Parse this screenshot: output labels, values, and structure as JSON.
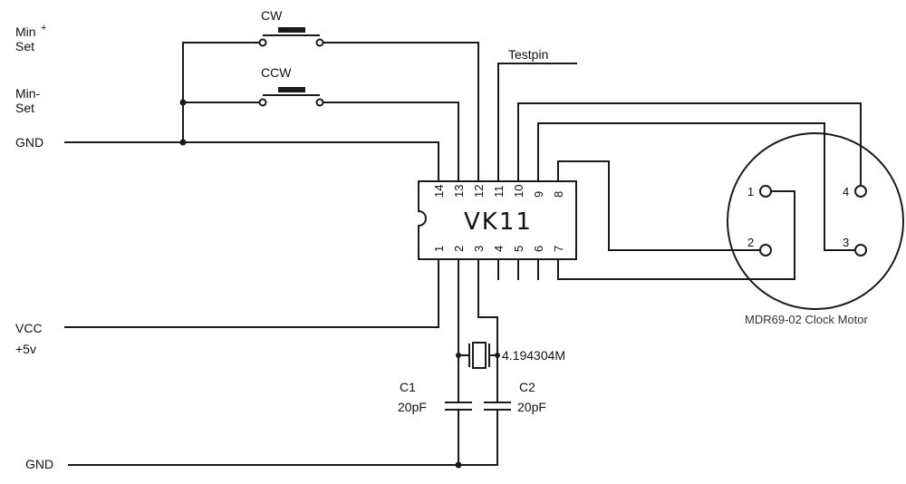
{
  "labels": {
    "min_plus_line1": "Min",
    "min_plus_sup": "+",
    "min_plus_line2": "Set",
    "min_minus_line1": "Min-",
    "min_minus_line2": "Set",
    "gnd_top": "GND",
    "vcc": "VCC",
    "plus5v": "+5v",
    "gnd_bottom": "GND"
  },
  "switches": {
    "cw": "CW",
    "ccw": "CCW"
  },
  "testpin": "Testpin",
  "chip": {
    "name": "VK11",
    "top_pins": [
      "14",
      "13",
      "12",
      "11",
      "10",
      "9",
      "8"
    ],
    "bottom_pins": [
      "1",
      "2",
      "3",
      "4",
      "5",
      "6",
      "7"
    ]
  },
  "crystal": "4.194304M",
  "capacitors": {
    "c1_name": "C1",
    "c1_value": "20pF",
    "c2_name": "C2",
    "c2_value": "20pF"
  },
  "motor": {
    "caption": "MDR69-02 Clock Motor",
    "pins": [
      "1",
      "2",
      "3",
      "4"
    ]
  }
}
